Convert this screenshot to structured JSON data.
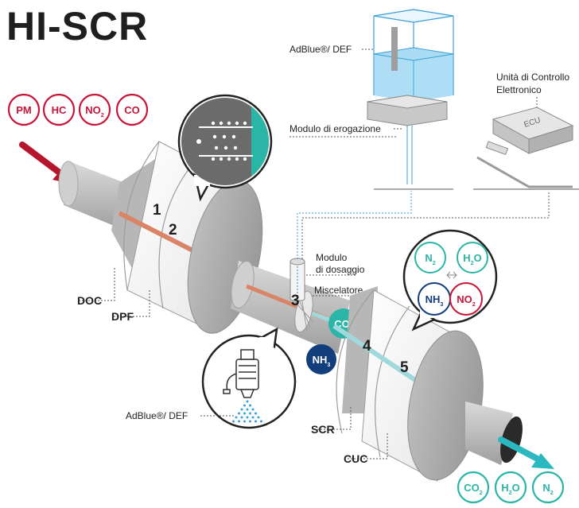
{
  "title": "HI-SCR",
  "colors": {
    "pollutant": "#c8153a",
    "teal": "#2bb5a7",
    "navy": "#123f7c",
    "light_blue": "#3a9fd8",
    "pipe_grey": "#bdbdbd",
    "copper": "#d98467",
    "light_teal": "#9fd9dc",
    "inlet_arrow": "#b5152d",
    "outlet_arrow": "#2bb8c0"
  },
  "inlet_pollutants": [
    {
      "base": "PM",
      "sub": ""
    },
    {
      "base": "HC",
      "sub": ""
    },
    {
      "base": "NO",
      "sub": "2"
    },
    {
      "base": "CO",
      "sub": ""
    }
  ],
  "outlet_products": [
    {
      "base": "CO",
      "sub": "2"
    },
    {
      "base": "H",
      "sub": "2",
      "tail": "O"
    },
    {
      "base": "N",
      "sub": "2"
    }
  ],
  "labels": {
    "adblue_top": "AdBlue®/ DEF",
    "adblue_bottom": "AdBlue®/ DEF",
    "dosing_module": "Modulo di erogazione",
    "ecu_line1": "Unità di Controllo",
    "ecu_line2": "Elettronico",
    "ecu_box": "ECU",
    "dosaggio_line1": "Modulo",
    "dosaggio_line2": "di dosaggio",
    "mixer": "Miscelatore",
    "doc": "DOC",
    "dpf": "DPF",
    "scr": "SCR",
    "cuc": "CUC"
  },
  "stage_numbers": [
    "1",
    "2",
    "3",
    "4",
    "5"
  ],
  "reaction_bubble": {
    "products": [
      {
        "base": "N",
        "sub": "2"
      },
      {
        "base": "H",
        "sub": "2",
        "tail": "O"
      }
    ],
    "reactants": [
      {
        "base": "NH",
        "sub": "3"
      },
      {
        "base": "NO",
        "sub": "2"
      }
    ]
  },
  "mixer_molecules": [
    {
      "base": "CO",
      "sub": "2"
    },
    {
      "base": "NH",
      "sub": "3"
    }
  ]
}
